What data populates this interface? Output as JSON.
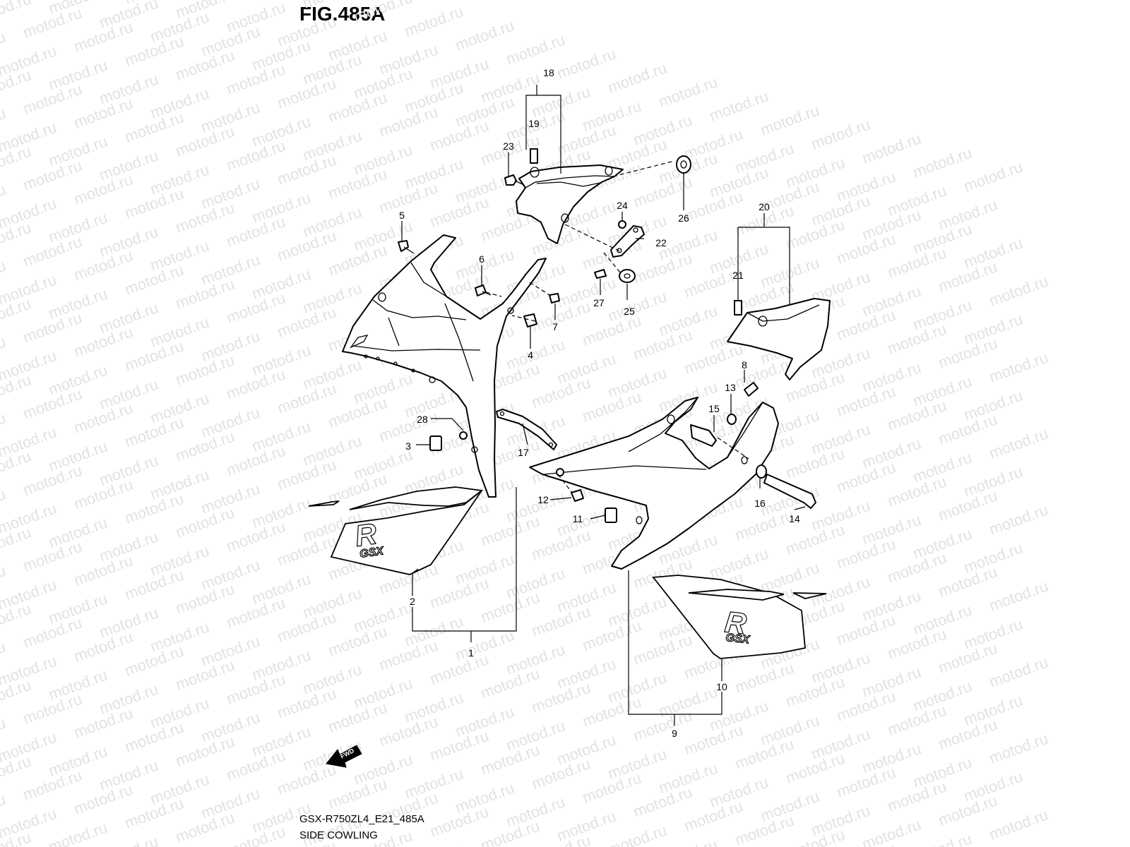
{
  "figure": {
    "title": "FIG.485A",
    "model_code": "GSX-R750ZL4_E21_485A",
    "section_name": "SIDE COWLING",
    "watermark": "motod.ru",
    "direction_label": "FWD"
  },
  "callouts": [
    {
      "id": "c1",
      "label": "1"
    },
    {
      "id": "c2",
      "label": "2"
    },
    {
      "id": "c3",
      "label": "3"
    },
    {
      "id": "c4",
      "label": "4"
    },
    {
      "id": "c5",
      "label": "5"
    },
    {
      "id": "c6",
      "label": "6"
    },
    {
      "id": "c7",
      "label": "7"
    },
    {
      "id": "c8",
      "label": "8"
    },
    {
      "id": "c9",
      "label": "9"
    },
    {
      "id": "c10",
      "label": "10"
    },
    {
      "id": "c11",
      "label": "11"
    },
    {
      "id": "c12",
      "label": "12"
    },
    {
      "id": "c13",
      "label": "13"
    },
    {
      "id": "c14",
      "label": "14"
    },
    {
      "id": "c15",
      "label": "15"
    },
    {
      "id": "c16",
      "label": "16"
    },
    {
      "id": "c17",
      "label": "17"
    },
    {
      "id": "c18",
      "label": "18"
    },
    {
      "id": "c19",
      "label": "19"
    },
    {
      "id": "c20",
      "label": "20"
    },
    {
      "id": "c21",
      "label": "21"
    },
    {
      "id": "c22",
      "label": "22"
    },
    {
      "id": "c23",
      "label": "23"
    },
    {
      "id": "c24",
      "label": "24"
    },
    {
      "id": "c25",
      "label": "25"
    },
    {
      "id": "c26",
      "label": "26"
    },
    {
      "id": "c27",
      "label": "27"
    },
    {
      "id": "c28",
      "label": "28"
    }
  ],
  "decal_text": {
    "r": "R",
    "gsx": "GSX"
  },
  "colors": {
    "line": "#000000",
    "background": "#ffffff",
    "watermark": "#e2e2e2"
  }
}
